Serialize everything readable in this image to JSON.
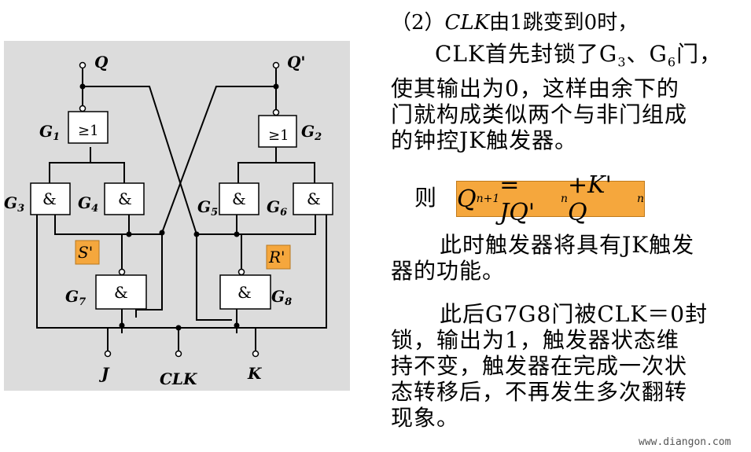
{
  "diagram": {
    "labels": {
      "Q": "Q",
      "Qp": "Q'",
      "G1": "G",
      "G1_sub": "1",
      "G2": "G",
      "G2_sub": "2",
      "G3": "G",
      "G3_sub": "3",
      "G4": "G",
      "G4_sub": "4",
      "G5": "G",
      "G5_sub": "5",
      "G6": "G",
      "G6_sub": "6",
      "G7": "G",
      "G7_sub": "7",
      "G8": "G",
      "G8_sub": "8",
      "or_symbol": "≥1",
      "and_symbol": "&",
      "S": "S'",
      "R": "R'",
      "J": "J",
      "CLK": "CLK",
      "K": "K"
    },
    "highlight_color": "#f5a73d"
  },
  "text": {
    "heading_prefix": "（2）",
    "heading_var": "CLK",
    "heading_rest": "由1跳变到0时，",
    "p1_line1_a": "CLK首先封锁了G",
    "p1_line1_sub1": "3",
    "p1_line1_b": "、G",
    "p1_line1_sub2": "6",
    "p1_line1_c": "门，",
    "p1_line2": "使其输出为0，这样由余下的",
    "p1_line3": "门就构成类似两个与非门组成",
    "p1_line4": "的钟控JK触发器。",
    "ze": "则",
    "formula": {
      "Q": "Q",
      "n1": "n+1",
      "eq": " = JQ'",
      "n": "n",
      "plus": " +K' Q",
      "n2": "n"
    },
    "p2_line1": "此时触发器将具有JK触发",
    "p2_line2": "器的功能。",
    "p3_line1": "此后G7G8门被CLK＝0封",
    "p3_line2": "锁，输出为1，触发器状态维",
    "p3_line3": "持不变，触发器在完成一次状",
    "p3_line4": "态转移后，不再发生多次翻转",
    "p3_line5": "现象。",
    "watermark": "www.diangon.com"
  }
}
